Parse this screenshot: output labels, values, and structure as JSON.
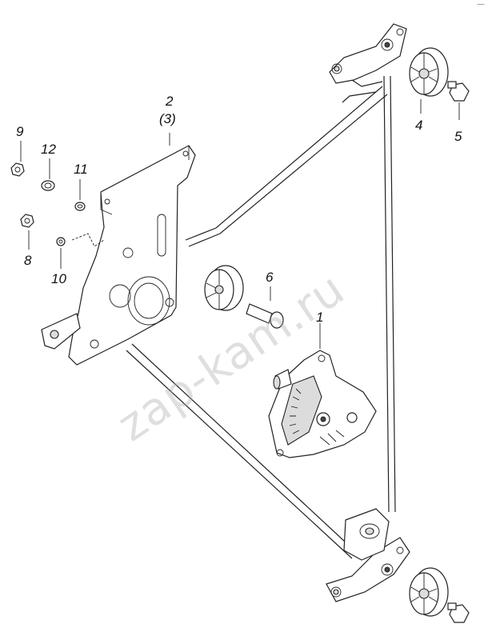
{
  "watermark": "zap-kam.ru",
  "corner_mark": "—",
  "callouts": [
    {
      "id": "1",
      "label": "1"
    },
    {
      "id": "2",
      "label": "2"
    },
    {
      "id": "3",
      "label": "(3)"
    },
    {
      "id": "4",
      "label": "4"
    },
    {
      "id": "5",
      "label": "5"
    },
    {
      "id": "6",
      "label": "6"
    },
    {
      "id": "8",
      "label": "8"
    },
    {
      "id": "9",
      "label": "9"
    },
    {
      "id": "10",
      "label": "10"
    },
    {
      "id": "11",
      "label": "11"
    },
    {
      "id": "12",
      "label": "12"
    }
  ],
  "colors": {
    "line": "#222222",
    "background": "#ffffff",
    "watermark": "#aaaaaa"
  }
}
